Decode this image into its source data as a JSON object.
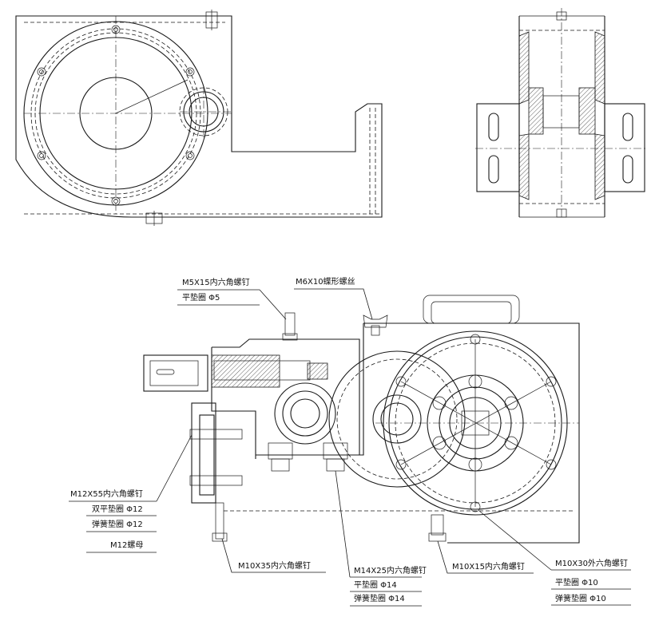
{
  "labels": {
    "m5_screw": "M5X15内六角螺钉",
    "m5_washer": "平垫圈 Φ5",
    "m6_wing": "M6X10蝶形螺丝",
    "m12_screw": "M12X55内六角螺钉",
    "m12_double_washer": "双平垫圈 Φ12",
    "m12_spring_washer": "弹簧垫圈 Φ12",
    "m12_nut": "M12螺母",
    "m10x35_screw": "M10X35内六角螺钉",
    "m14_screw": "M14X25内六角螺钉",
    "m14_washer": "平垫圈 Φ14",
    "m14_spring_washer": "弹簧垫圈 Φ14",
    "m10x15_screw": "M10X15内六角螺钉",
    "m10x30_bolt": "M10X30外六角螺钉",
    "m10_washer": "平垫圈 Φ10",
    "m10_spring_washer": "弹簧垫圈 Φ10"
  },
  "colors": {
    "line": "#1a1a1a",
    "background": "#ffffff"
  }
}
